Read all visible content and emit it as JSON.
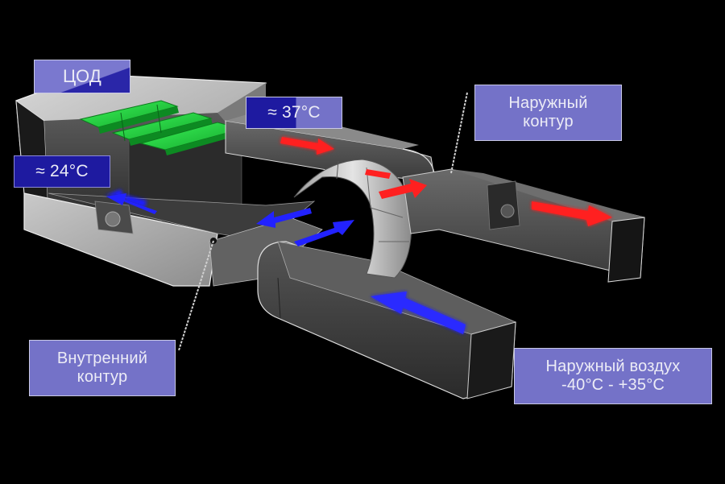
{
  "diagram": {
    "title": "Data center cooling via air-to-air rotary heat exchanger",
    "background": "#000000",
    "colors": {
      "label_fill": "#7472c8",
      "label_dark_fill": "#1e1aa0",
      "label_text": "#ececf6",
      "hot_arrow": "#ff1a1a",
      "cold_arrow": "#1a1aff",
      "servers": "#1fd23a",
      "duct": "#4a4a4a",
      "duct_light": "#bdbdbd"
    },
    "labels": {
      "data_center": "ЦОД",
      "hot_temp": "≈ 37°C",
      "cold_temp": "≈ 24°C",
      "outer_loop": {
        "line1": "Наружный",
        "line2": "контур"
      },
      "inner_loop": {
        "line1": "Внутренний",
        "line2": "контур"
      },
      "outside_air": {
        "line1": "Наружный воздух",
        "line2": "-40°C - +35°C"
      }
    },
    "nodes": [
      {
        "id": "data-center-room",
        "label": "ЦОД"
      },
      {
        "id": "server-racks",
        "label": ""
      },
      {
        "id": "rotary-heat-exchanger",
        "label": ""
      },
      {
        "id": "inner-loop-duct",
        "label": "Внутренний контур"
      },
      {
        "id": "outer-loop-duct",
        "label": "Наружный контур"
      },
      {
        "id": "outside-air-intake",
        "label": "Наружный воздух -40°C - +35°C"
      },
      {
        "id": "inner-fan",
        "label": ""
      },
      {
        "id": "outer-fan",
        "label": ""
      }
    ],
    "flows": [
      {
        "from": "data-center-room",
        "to": "rotary-heat-exchanger",
        "type": "hot",
        "temp": "≈ 37°C"
      },
      {
        "from": "rotary-heat-exchanger",
        "to": "data-center-room",
        "type": "cold",
        "temp": "≈ 24°C"
      },
      {
        "from": "outside-air-intake",
        "to": "rotary-heat-exchanger",
        "type": "cold"
      },
      {
        "from": "rotary-heat-exchanger",
        "to": "outer-loop-duct",
        "type": "hot"
      }
    ]
  }
}
